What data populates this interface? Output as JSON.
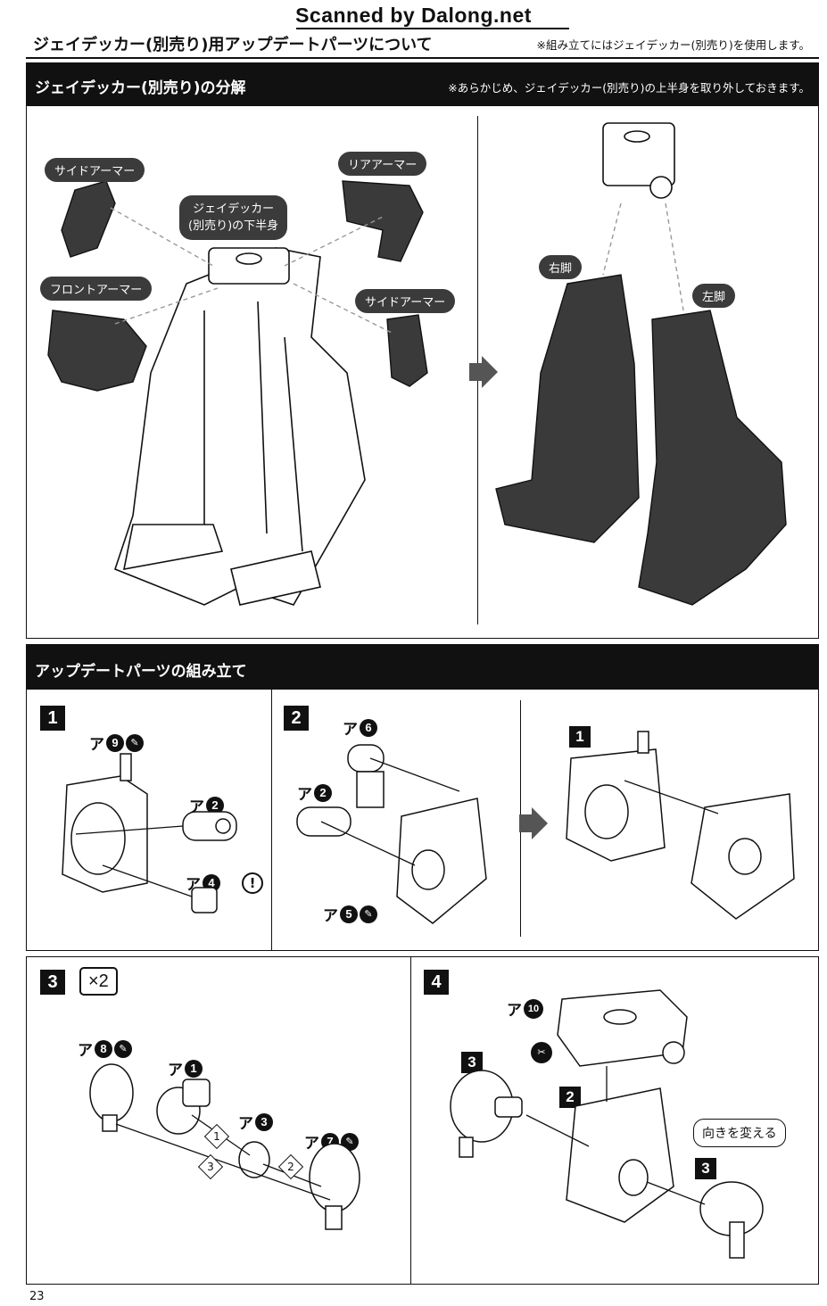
{
  "watermark": "Scanned by Dalong.net",
  "header": {
    "title": "ジェイデッカー(別売り)用アップデートパーツについて",
    "note": "※組み立てにはジェイデッカー(別売り)を使用します。"
  },
  "disassembly": {
    "heading": "ジェイデッカー(別売り)の分解",
    "note": "※あらかじめ、ジェイデッカー(別売り)の上半身を取り外しておきます。",
    "labels": {
      "side_armor_left": "サイドアーマー",
      "rear_armor": "リアアーマー",
      "lower_body_line1": "ジェイデッカー",
      "lower_body_line2": "(別売り)の下半身",
      "front_armor": "フロントアーマー",
      "side_armor_right": "サイドアーマー",
      "right_leg": "右脚",
      "left_leg": "左脚"
    }
  },
  "assembly": {
    "heading": "アップデートパーツの組み立て",
    "part_prefix": "ア",
    "step1": {
      "number": "1",
      "parts": [
        "9",
        "2",
        "4"
      ]
    },
    "step2": {
      "number": "2",
      "parts": [
        "6",
        "2",
        "5"
      ],
      "ref_step": "1"
    },
    "step3": {
      "number": "3",
      "multiplier": "×2",
      "parts": [
        "8",
        "1",
        "3",
        "7"
      ],
      "orders": [
        "1",
        "2",
        "3"
      ]
    },
    "step4": {
      "number": "4",
      "parts": [
        "10"
      ],
      "refs": [
        "3",
        "2",
        "3"
      ],
      "callout": "向きを変える"
    }
  },
  "icons": {
    "pen": "pen-icon",
    "warning": "exclamation-icon",
    "arrow": "arrow-right-icon",
    "tool": "nipper-icon"
  },
  "page_number": "23"
}
